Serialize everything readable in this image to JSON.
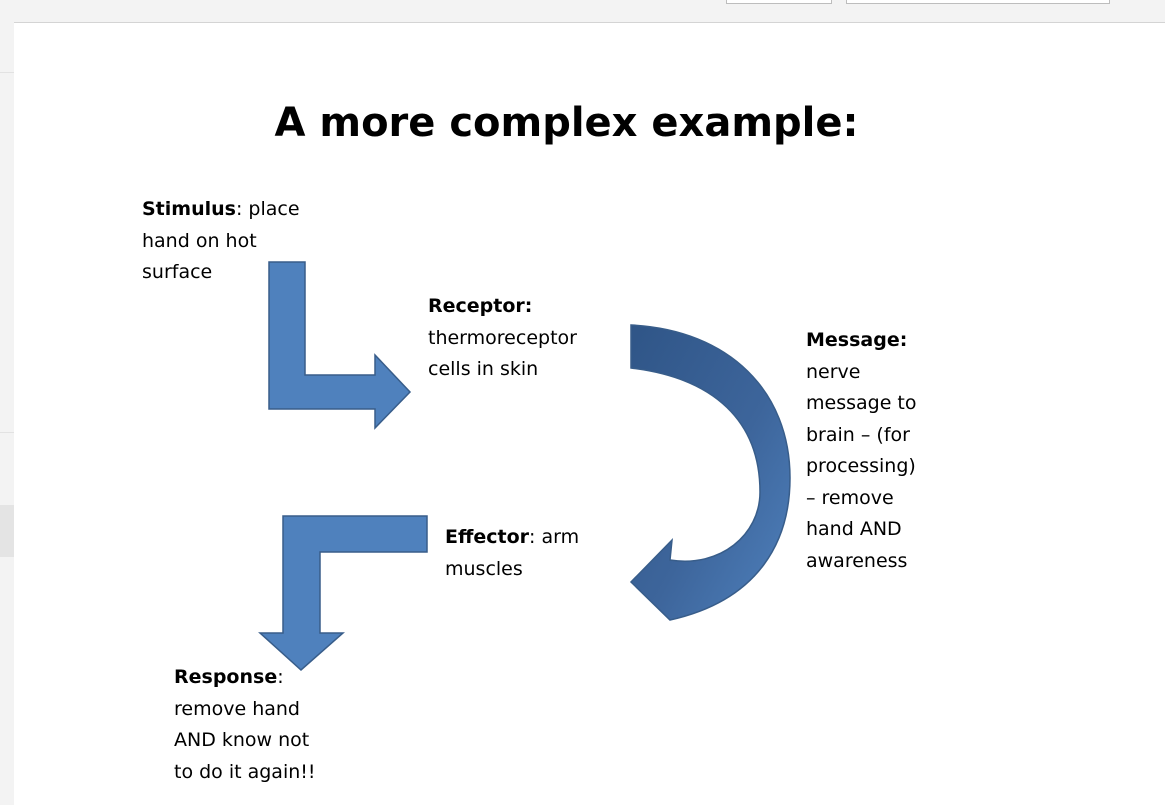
{
  "slide": {
    "title": "A more complex example:"
  },
  "stages": {
    "stimulus": {
      "heading": "Stimulus",
      "sep": ":",
      "lines": [
        " place",
        "hand on hot",
        "surface"
      ]
    },
    "receptor": {
      "heading": "Receptor:",
      "sep": "",
      "lines": [
        "",
        "thermoreceptor",
        "cells in skin"
      ]
    },
    "message": {
      "heading": "Message:",
      "sep": "",
      "lines": [
        "",
        "nerve",
        "message to",
        "brain – (for",
        "processing)",
        "– remove",
        "hand AND",
        "awareness"
      ]
    },
    "effector": {
      "heading": "Effector",
      "sep": ":",
      "lines": [
        " arm",
        "muscles"
      ]
    },
    "response": {
      "heading": "Response",
      "sep": ":",
      "lines": [
        "",
        "remove hand",
        "AND know not",
        "to do it again!!"
      ]
    }
  },
  "colors": {
    "arrow_fill": "#4f81bd",
    "arrow_stroke": "#385d8a",
    "curved_arrow_dark": "#3d659b"
  }
}
